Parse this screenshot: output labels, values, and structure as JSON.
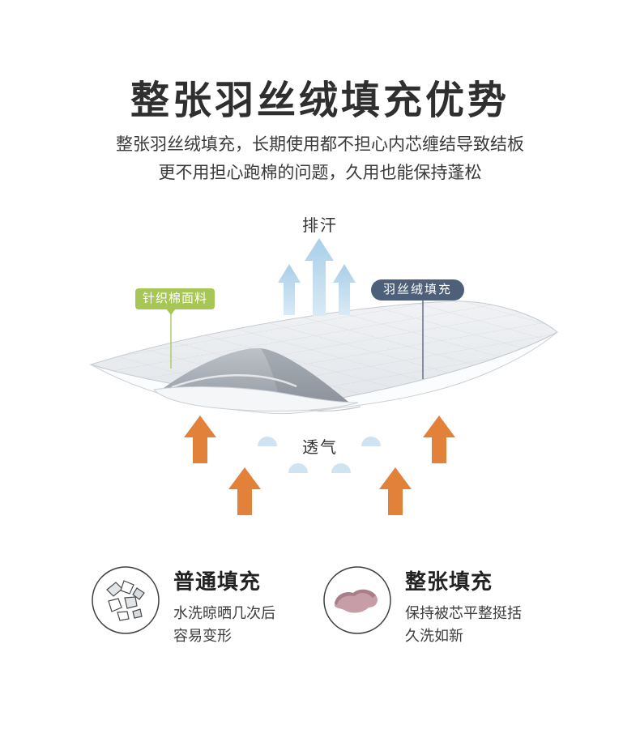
{
  "header": {
    "title": "整张羽丝绒填充优势",
    "subtitle_line1": "整张羽丝绒填充，长期使用都不担心内芯缠结导致结板",
    "subtitle_line2": "更不用担心跑棉的问题，久用也能保持蓬松"
  },
  "diagram": {
    "sweat_label": "排汗",
    "breathe_label": "透气",
    "fabric_tag": "针织棉面料",
    "filling_tag": "羽丝绒填充"
  },
  "features": [
    {
      "title": "普通填充",
      "desc_line1": "水洗晾晒几次后",
      "desc_line2": "容易变形"
    },
    {
      "title": "整张填充",
      "desc_line1": "保持被芯平整挺括",
      "desc_line2": "久洗如新"
    }
  ],
  "colors": {
    "title_text": "#2f2f2f",
    "body_text": "#3a3a3a",
    "fabric_tag_bg": "#a6c655",
    "filling_tag_bg": "#4d5f79",
    "orange_arrow": "#e2823a",
    "blue_arrow_top": "#a9cfe8",
    "blue_arrow_bottom": "#d8eaf6",
    "dome_blue": "#cfe3f0",
    "quilt_light": "#f0f2f4",
    "quilt_dark": "#e3e6ea",
    "grid_line": "#c7ccd2",
    "filling_gray_light": "#bcc2c8",
    "filling_gray_dark": "#969da5",
    "blob_pink": "#c79da8",
    "blob_pink_dark": "#a87e8a"
  }
}
